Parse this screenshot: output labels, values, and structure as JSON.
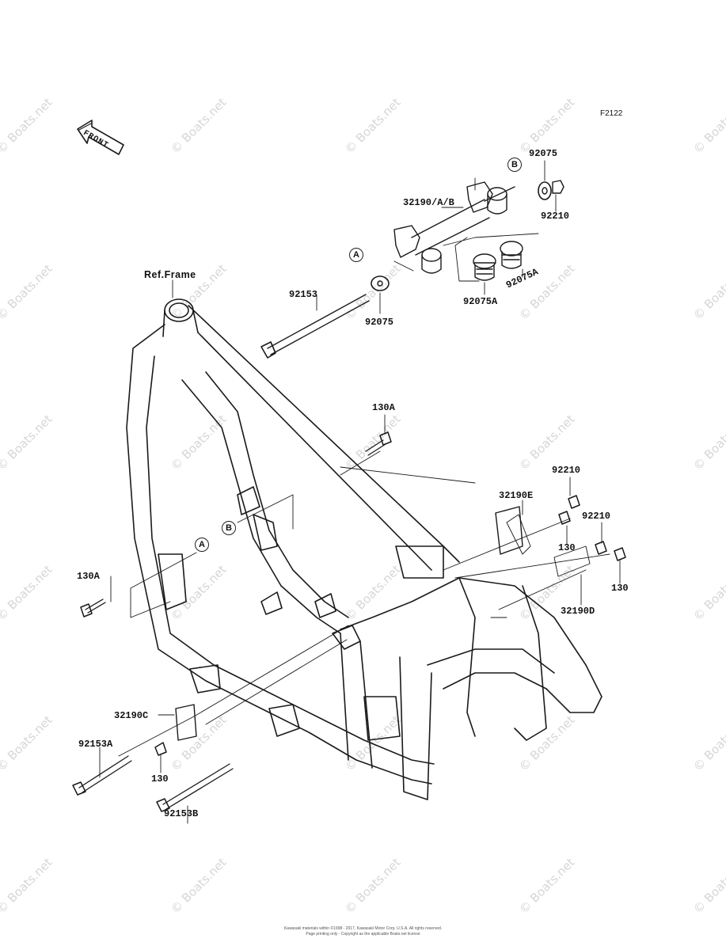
{
  "figure_id": "F2122",
  "front_label": "FRONT",
  "ref_frame_label": "Ref.Frame",
  "watermark": "© Boats.net",
  "copyright_line1": "Kawasaki materials within ©1998 - 2017, Kawasaki Motor Corp. U.S.A. All rights reserved.",
  "copyright_line2": "Page printing only - Copyright as the applicable Boats.net license",
  "callouts": {
    "a_upper": "A",
    "b_upper": "B",
    "a_lower": "A",
    "b_lower": "B"
  },
  "parts": {
    "p92075_top": "92075",
    "p32190ab": "32190/A/B",
    "p92210_top": "92210",
    "p92075a_right": "92075A",
    "p92075a_mid": "92075A",
    "p92153": "92153",
    "p92075_mid": "92075",
    "p130a_top": "130A",
    "p92210_right1": "92210",
    "p32190e": "32190E",
    "p92210_right2": "92210",
    "p130_right1": "130",
    "p130_right2": "130",
    "p32190d": "32190D",
    "p130a_left": "130A",
    "p32190c": "32190C",
    "p92153a": "92153A",
    "p130_bottom": "130",
    "p92153b": "92153B"
  }
}
